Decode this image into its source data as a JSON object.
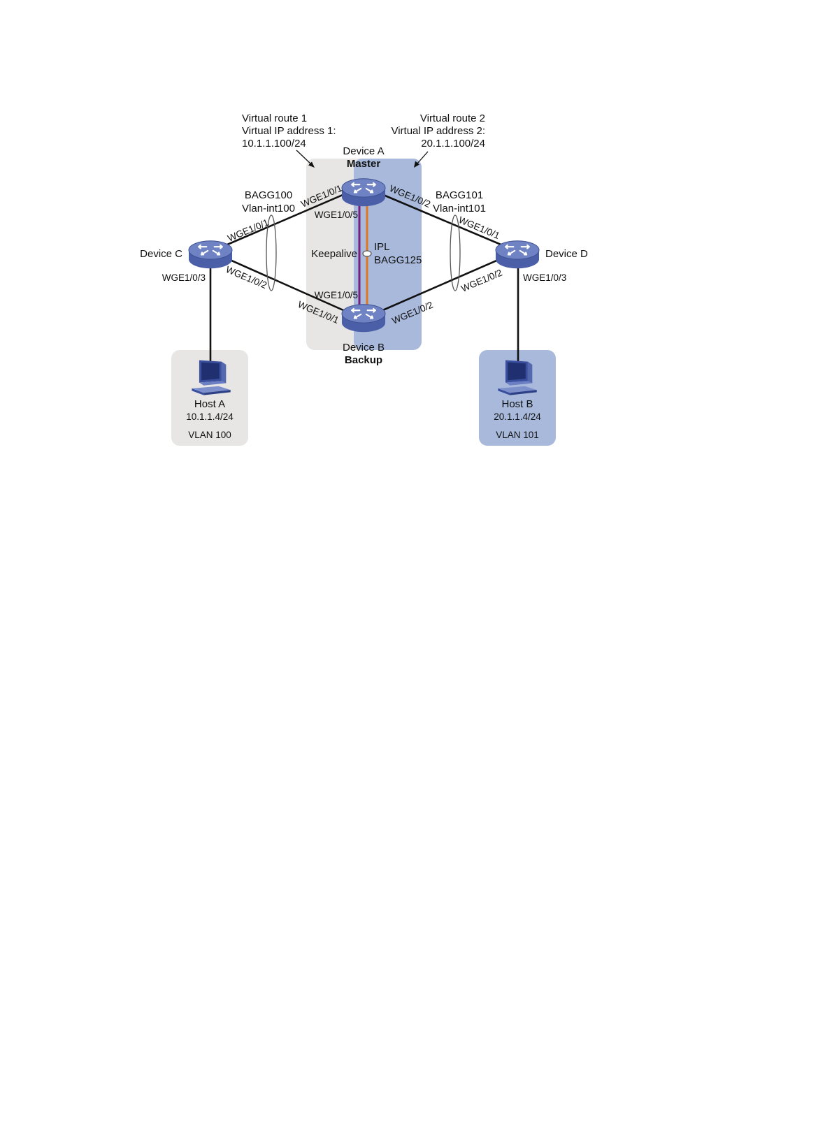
{
  "colors": {
    "zone_gray": "#e7e6e4",
    "zone_blue": "#a8b9dc",
    "device_body": "#4a5fa8",
    "device_top": "#6f83c4",
    "link": "#111111",
    "keepalive_link": "#7a1f7d",
    "ipl_link": "#e0761e"
  },
  "icons": {
    "switch": "switch-icon",
    "host": "computer-icon",
    "ellipse": "link-aggregation-ellipse"
  },
  "annotations": {
    "vr1_line1": "Virtual route 1",
    "vr1_line2": "Virtual IP address 1:",
    "vr1_line3": "10.1.1.100/24",
    "vr2_line1": "Virtual route 2",
    "vr2_line2": "Virtual IP address 2:",
    "vr2_line3": "20.1.1.100/24"
  },
  "devices": {
    "a_name": "Device A",
    "a_role": "Master",
    "b_name": "Device B",
    "b_role": "Backup",
    "c_name": "Device C",
    "d_name": "Device D"
  },
  "aggregations": {
    "left_name": "BAGG100",
    "left_if": "Vlan-int100",
    "right_name": "BAGG101",
    "right_if": "Vlan-int101",
    "keepalive": "Keepalive",
    "ipl": "IPL",
    "ipl_bagg": "BAGG125"
  },
  "ports": {
    "a_left": "WGE1/0/1",
    "a_right": "WGE1/0/2",
    "a_down": "WGE1/0/5",
    "b_up": "WGE1/0/5",
    "b_left": "WGE1/0/1",
    "b_right": "WGE1/0/2",
    "c_up": "WGE1/0/1",
    "c_down": "WGE1/0/2",
    "c_host": "WGE1/0/3",
    "d_up": "WGE1/0/1",
    "d_down": "WGE1/0/2",
    "d_host": "WGE1/0/3"
  },
  "hosts": {
    "a_name": "Host A",
    "a_ip": "10.1.1.4/24",
    "a_vlan": "VLAN 100",
    "b_name": "Host B",
    "b_ip": "20.1.1.4/24",
    "b_vlan": "VLAN 101"
  }
}
